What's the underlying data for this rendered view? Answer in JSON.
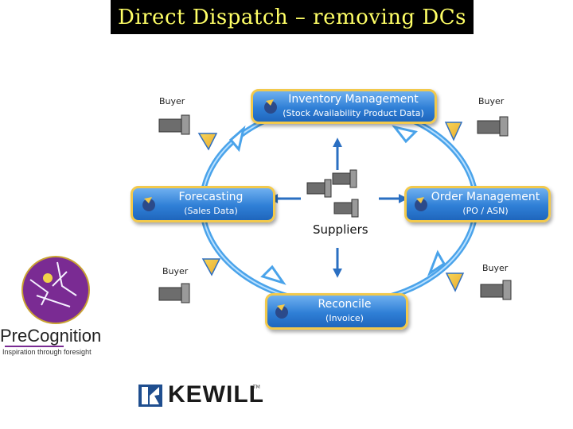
{
  "title": "Direct Dispatch – removing DCs",
  "nodes": {
    "inventory": {
      "title": "Inventory Management",
      "subtitle": "(Stock Availability Product Data)"
    },
    "forecasting": {
      "title": "Forecasting",
      "subtitle": "(Sales Data)"
    },
    "order": {
      "title": "Order Management",
      "subtitle": "(PO / ASN)"
    },
    "reconcile": {
      "title": "Reconcile",
      "subtitle": "(Invoice)"
    }
  },
  "buyers": {
    "top_left": "Buyer",
    "top_right": "Buyer",
    "bottom_left": "Buyer",
    "bottom_right": "Buyer"
  },
  "suppliers_label": "Suppliers",
  "logos": {
    "precognition": {
      "name": "PreCognition",
      "tagline": "Inspiration through foresight"
    },
    "kewill": {
      "name": "KEWILL",
      "tm": "TM"
    }
  },
  "colors": {
    "title_bg": "#000000",
    "title_text": "#ffff66",
    "pill_fill": "#2f7fd6",
    "pill_border": "#f2c94c",
    "cycle_arrow": "#4aa3ea",
    "center_arrow": "#2a6fc2",
    "kewill_mark": "#1f4e8f"
  }
}
